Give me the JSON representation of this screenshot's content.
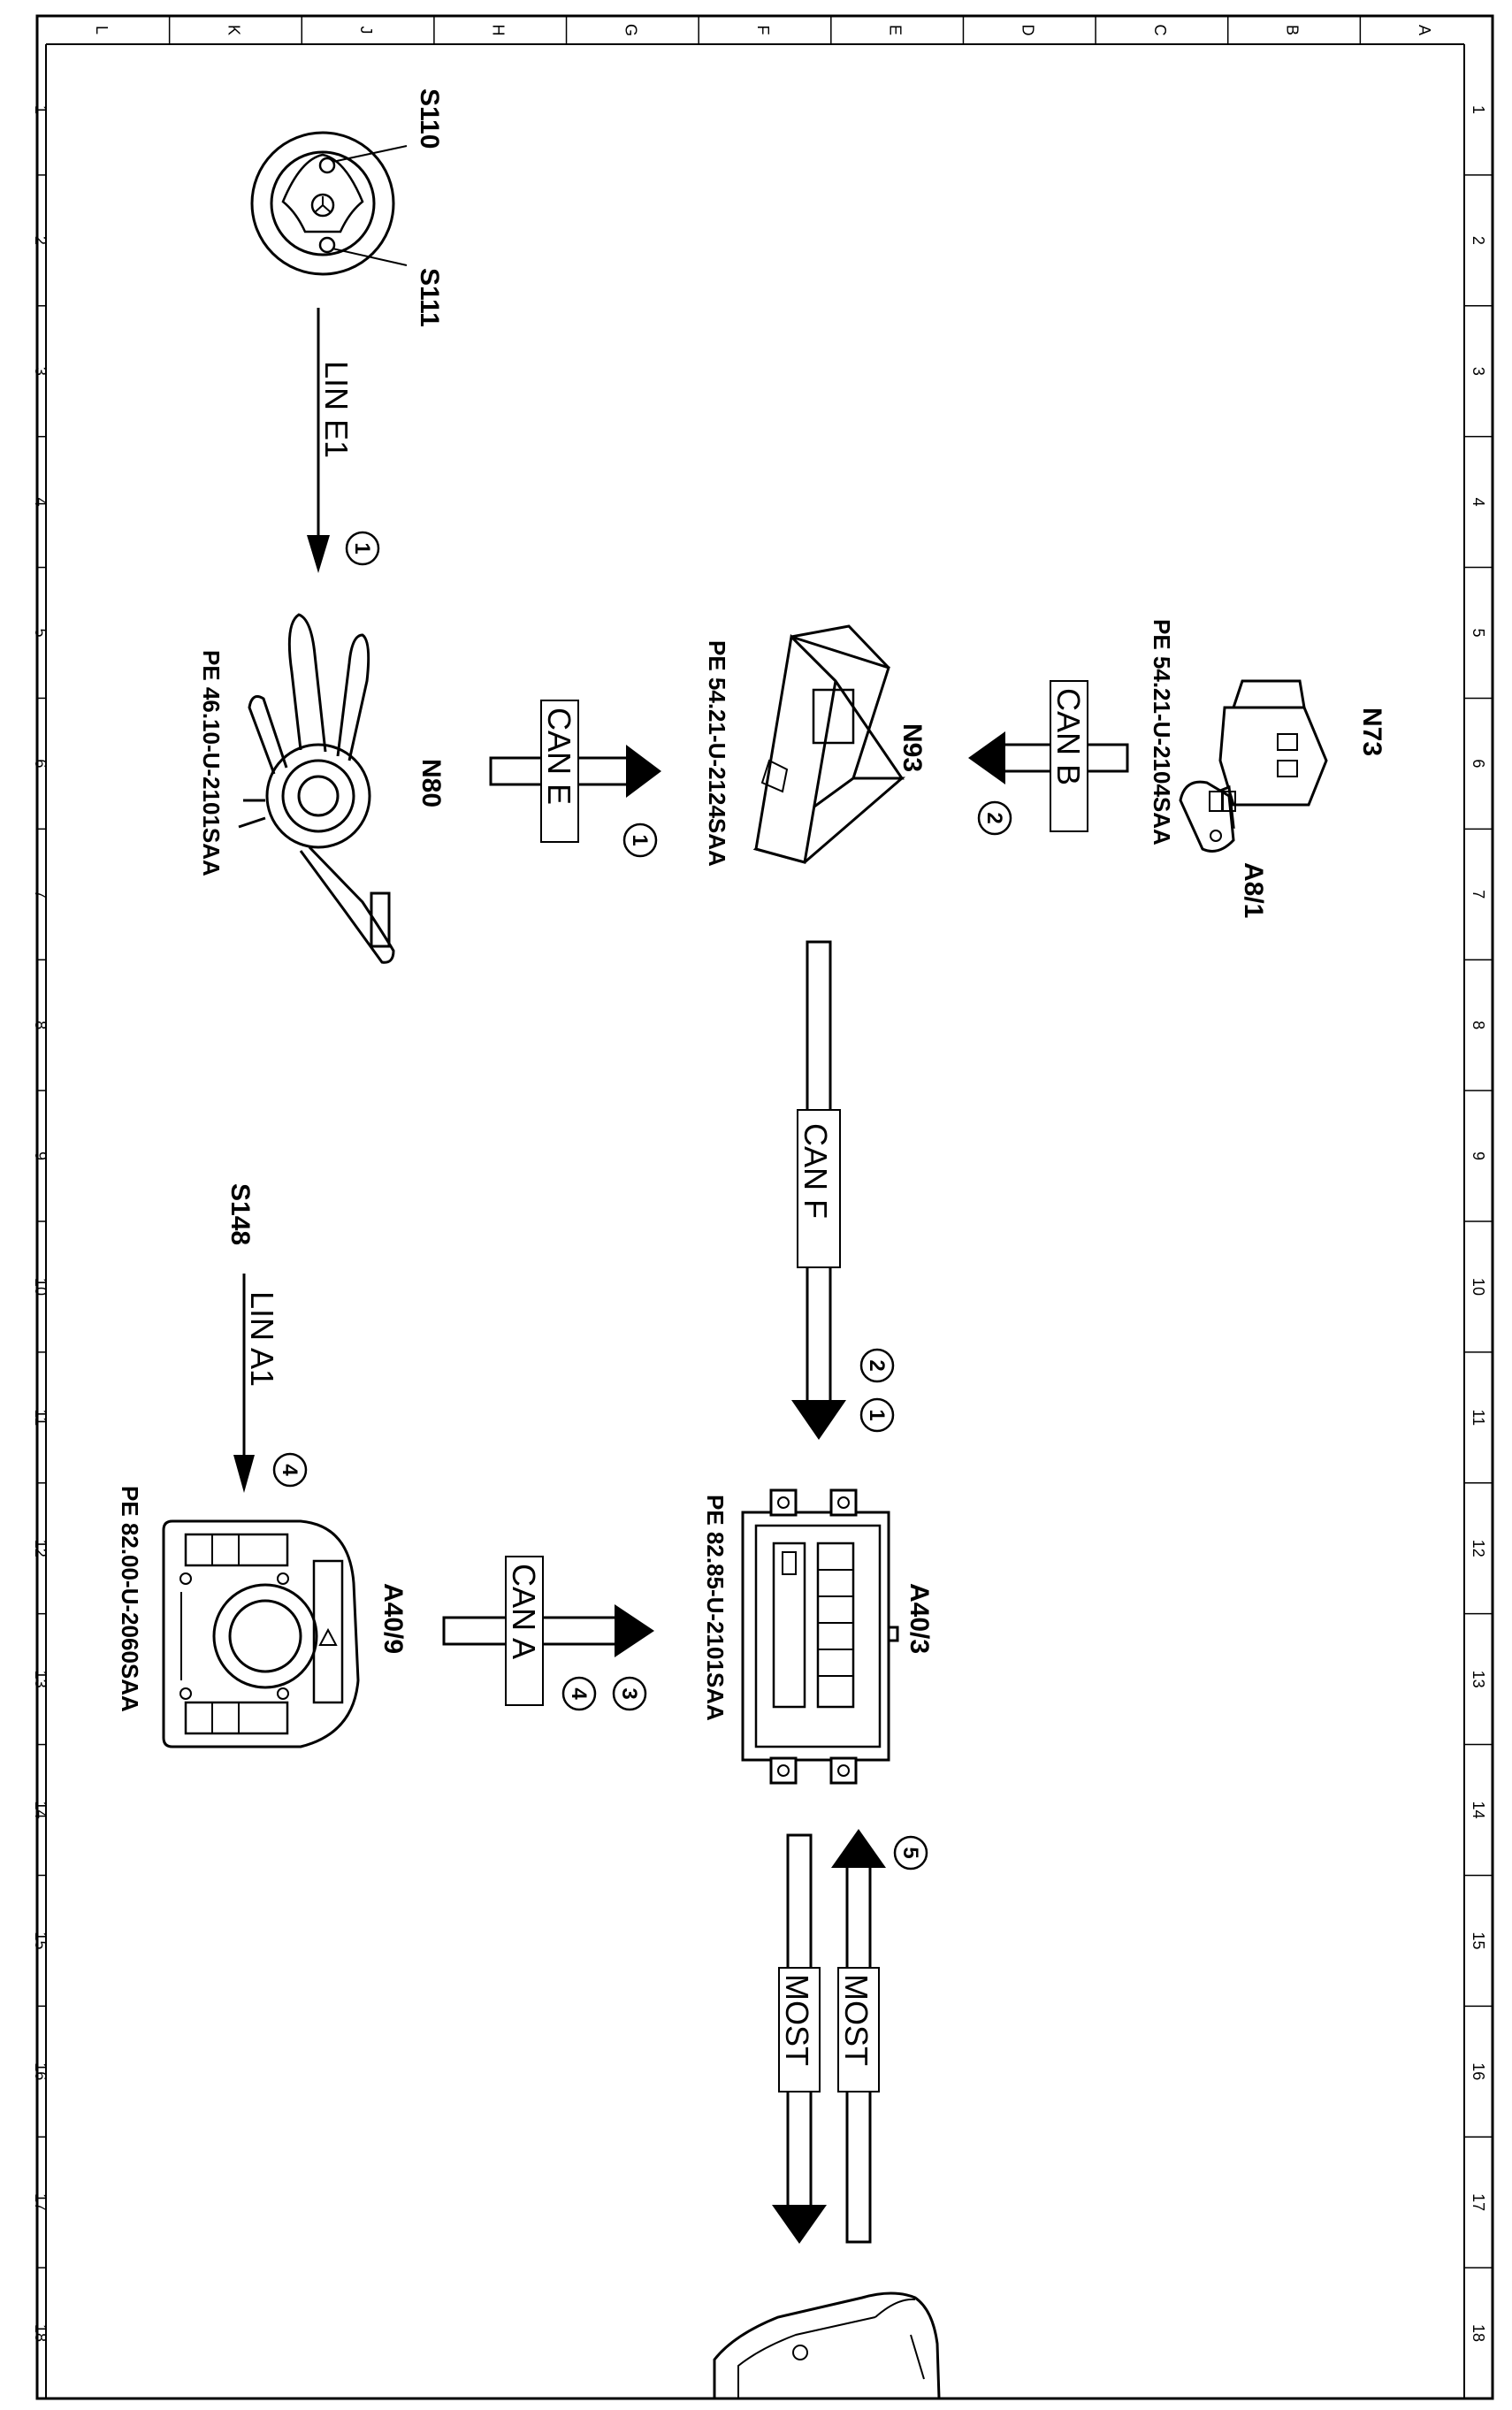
{
  "grid": {
    "columns": [
      "L",
      "K",
      "J",
      "H",
      "G",
      "F",
      "E",
      "D",
      "C",
      "B",
      "A"
    ],
    "rows": [
      "1",
      "2",
      "3",
      "4",
      "5",
      "6",
      "7",
      "8",
      "9",
      "10",
      "11",
      "12",
      "13",
      "14",
      "15",
      "16",
      "17",
      "18"
    ]
  },
  "components": {
    "s110": "S110",
    "s111": "S111",
    "n80": "N80",
    "n93": "N93",
    "n73": "N73",
    "a8_1": "A8/1",
    "s148": "S148",
    "a40_9": "A40/9",
    "a40_3": "A40/3"
  },
  "references": {
    "n80": "PE 46.10-U-2101SAA",
    "n93": "PE 54.21-U-2124SAA",
    "n73": "PE 54.21-U-2104SAA",
    "a40_9": "PE 82.00-U-2060SAA",
    "a40_3": "PE 82.85-U-2101SAA"
  },
  "buses": {
    "lin_e1": "LIN E1",
    "can_e": "CAN E",
    "can_b": "CAN B",
    "can_f": "CAN F",
    "lin_a1": "LIN A1",
    "can_a": "CAN A",
    "most_up": "MOST",
    "most_down": "MOST"
  },
  "steps": {
    "lin_e1": "1",
    "can_e": "1",
    "can_b": "2",
    "can_f_a": "2",
    "can_f_b": "1",
    "lin_a1": "4",
    "can_a_a": "3",
    "can_a_b": "4",
    "most": "5"
  }
}
